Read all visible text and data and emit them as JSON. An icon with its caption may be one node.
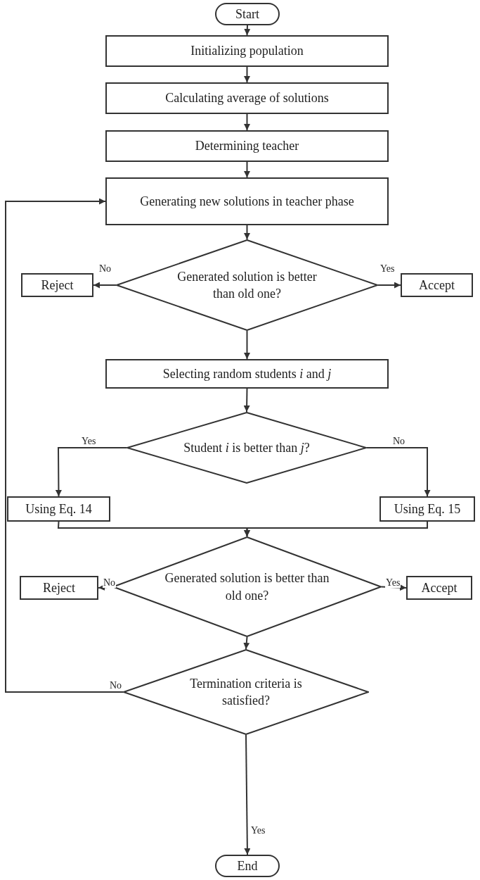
{
  "diagram": {
    "nodes": [
      {
        "text": [
          "Start"
        ]
      },
      {
        "text": [
          "Initializing population"
        ]
      },
      {
        "text": [
          "Calculating average of solutions"
        ]
      },
      {
        "text": [
          "Determining teacher"
        ]
      },
      {
        "text": [
          "Generating new solutions in teacher phase"
        ]
      },
      {
        "text": [
          "Generated solution is better than old one?"
        ]
      },
      {
        "text": [
          "Reject"
        ]
      },
      {
        "text": [
          "Accept"
        ]
      },
      {
        "text": [
          "Selecting random students *i* and *j*"
        ]
      },
      {
        "text": [
          "Student *i* is better than *j*?"
        ]
      },
      {
        "text": [
          "Using Eq. 14"
        ]
      },
      {
        "text": [
          "Using Eq. 15"
        ]
      },
      {
        "text": [
          "Generated solution is better than old one?"
        ]
      },
      {
        "text": [
          "Reject"
        ]
      },
      {
        "text": [
          "Accept"
        ]
      },
      {
        "text": [
          "Termination criteria is satisfied?"
        ]
      },
      {
        "text": [
          "End"
        ]
      }
    ],
    "edges": [
      {
        "from": 0,
        "to": 1,
        "arrow": "to"
      },
      {
        "from": 1,
        "to": 2,
        "arrow": "to"
      },
      {
        "from": 2,
        "to": 3,
        "arrow": "to"
      },
      {
        "from": 3,
        "to": 4,
        "arrow": "to"
      },
      {
        "from": 4,
        "to": 5,
        "arrow": "to"
      },
      {
        "from": 5,
        "to": 6,
        "arrow": "to",
        "label": "No"
      },
      {
        "from": 5,
        "to": 7,
        "arrow": "to",
        "label": "Yes"
      },
      {
        "from": 5,
        "to": 8,
        "arrow": "to"
      },
      {
        "from": 8,
        "to": 9,
        "arrow": "to"
      },
      {
        "from": 9,
        "to": 10,
        "arrow": "to",
        "label": "Yes"
      },
      {
        "from": 9,
        "to": 11,
        "arrow": "to",
        "label": "No"
      },
      {
        "from": 10,
        "to": 12,
        "arrow": "to"
      },
      {
        "from": 11,
        "to": 12,
        "arrow": "to"
      },
      {
        "from": 12,
        "to": 13,
        "arrow": "to",
        "label": "No"
      },
      {
        "from": 12,
        "to": 14,
        "arrow": "to",
        "label": "Yes"
      },
      {
        "from": 12,
        "to": 15,
        "arrow": "to"
      },
      {
        "from": 15,
        "to": 4,
        "arrow": "to",
        "label": "No"
      },
      {
        "from": 15,
        "to": 16,
        "arrow": "to",
        "label": "Yes"
      }
    ]
  }
}
